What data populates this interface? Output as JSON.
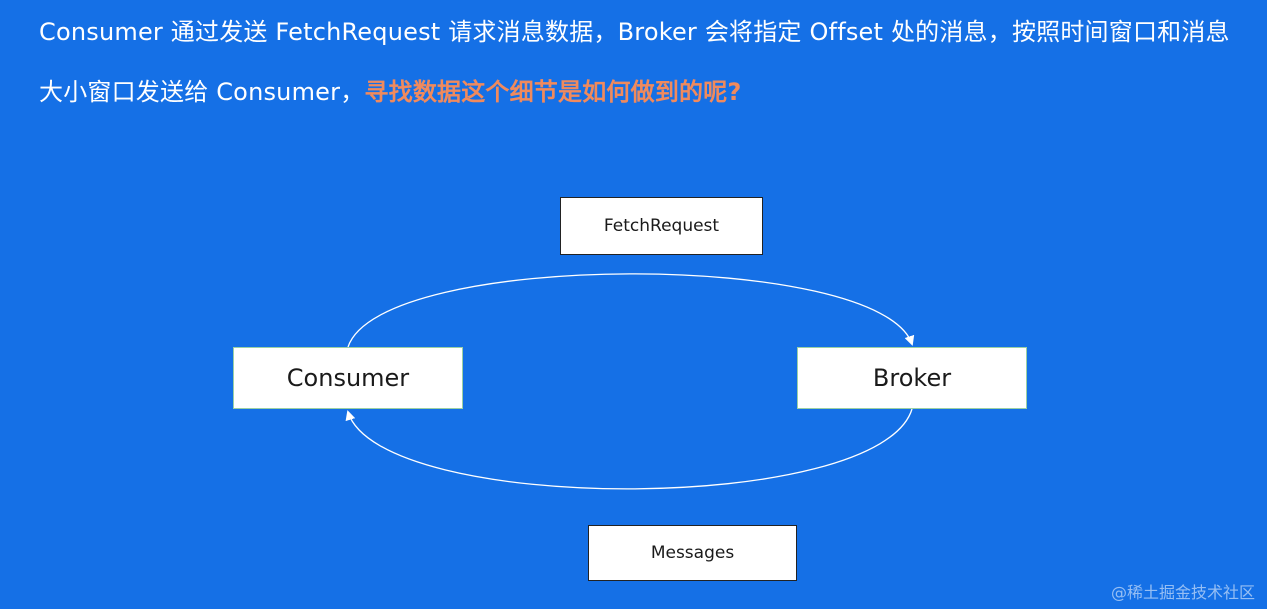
{
  "intro": {
    "line1": "Consumer 通过发送 FetchRequest 请求消息数据，Broker 会将指定 Offset 处的消息，按照时间窗口和消息",
    "line2_plain": "大小窗口发送给 Consumer，",
    "line2_highlight": "寻找数据这个细节是如何做到的呢?"
  },
  "diagram": {
    "request_label": "FetchRequest",
    "response_label": "Messages",
    "consumer_node": "Consumer",
    "broker_node": "Broker"
  },
  "watermark": "@稀土掘金技术社区",
  "colors": {
    "background": "#1570e6",
    "highlight": "#f08a5d",
    "text": "#ffffff"
  }
}
